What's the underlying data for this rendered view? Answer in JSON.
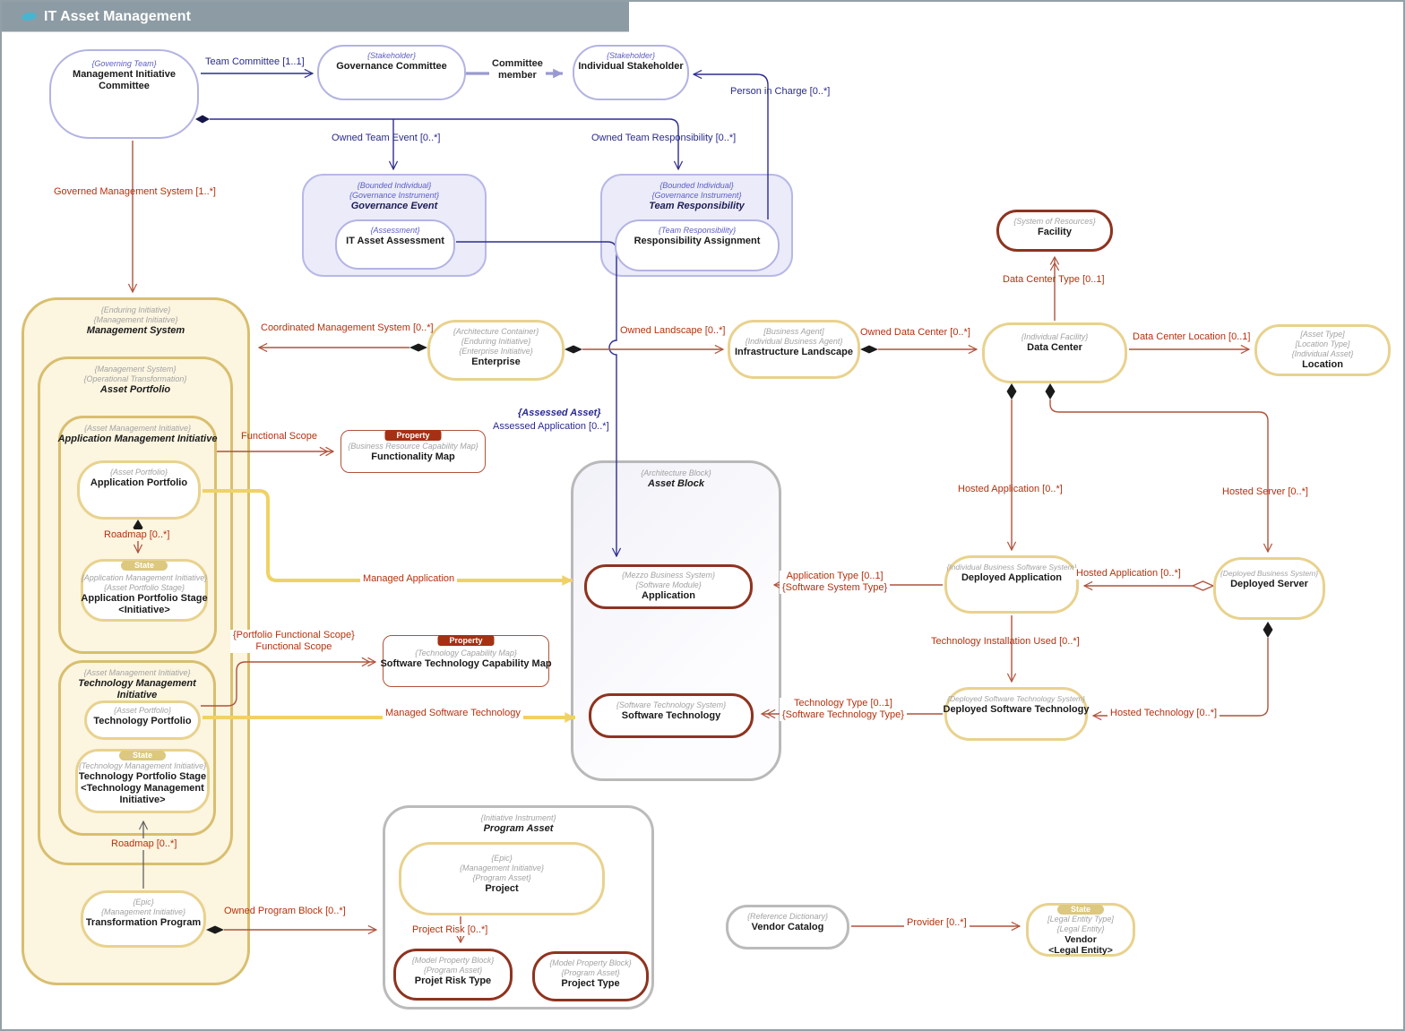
{
  "title": "IT Asset Management",
  "colors": {
    "titlebar": "#8c9ba4",
    "navy_connector": "#2d2d8f",
    "red_connector": "#b0523b",
    "red_label": "#b5310e",
    "gold_border": "#e8d28e",
    "gold_container": "#d8bf6f",
    "dark_red_border": "#8e3320",
    "periwinkle_border": "#b3b3e3",
    "yellow_flow": "#f0d264",
    "state_badge": "#dcc87e",
    "property_badge": "#a63014"
  },
  "nodes": {
    "mic": {
      "stereotypes": [
        "{Governing Team}"
      ],
      "name": [
        "Management Initiative",
        "Committee"
      ]
    },
    "governance_committee": {
      "stereotypes": [
        "{Stakeholder}"
      ],
      "name": [
        "Governance Committee"
      ]
    },
    "individual_stakeholder": {
      "stereotypes": [
        "{Stakeholder}"
      ],
      "name": [
        "Individual Stakeholder"
      ]
    },
    "governance_event": {
      "stereotypes": [
        "{Bounded Individual}",
        "{Governance Instrument}"
      ],
      "name": [
        "Governance Event"
      ]
    },
    "it_asset_assessment": {
      "stereotypes": [
        "{Assessment}"
      ],
      "name": [
        "IT Asset Assessment"
      ]
    },
    "team_responsibility": {
      "stereotypes": [
        "{Bounded Individual}",
        "{Governance Instrument}"
      ],
      "name": [
        "Team Responsibility"
      ]
    },
    "responsibility_assignment": {
      "stereotypes": [
        "{Team Responsibility}"
      ],
      "name": [
        "Responsibility Assignment"
      ]
    },
    "management_system": {
      "stereotypes": [
        "{Enduring Initiative}",
        "{Management Initiative}"
      ],
      "name": [
        "Management System"
      ]
    },
    "asset_portfolio_c": {
      "stereotypes": [
        "{Management System}",
        "{Operational Transformation}"
      ],
      "name": [
        "Asset Portfolio"
      ]
    },
    "ami_c": {
      "stereotypes": [
        "{Asset Management Initiative}"
      ],
      "name": [
        "Application Management Initiative"
      ]
    },
    "application_portfolio": {
      "stereotypes": [
        "{Asset Portfolio}"
      ],
      "name": [
        "Application Portfolio"
      ]
    },
    "application_portfolio_stage": {
      "badge": "State",
      "stereotypes": [
        "{Application Management Initiative}",
        "{Asset Portfolio Stage}"
      ],
      "name": [
        "Application Portfolio Stage",
        "<Initiative>"
      ]
    },
    "tmi_c": {
      "stereotypes": [
        "{Asset Management Initiative}"
      ],
      "name": [
        "Technology Management",
        "Initiative"
      ]
    },
    "technology_portfolio": {
      "stereotypes": [
        "{Asset Portfolio}"
      ],
      "name": [
        "Technology Portfolio"
      ]
    },
    "technology_portfolio_stage": {
      "badge": "State",
      "stereotypes": [
        "{Technology Management Initiative}"
      ],
      "name": [
        "Technology Portfolio Stage",
        "<Technology Management",
        "Initiative>"
      ]
    },
    "transformation_program": {
      "stereotypes": [
        "{Epic}",
        "{Management Initiative}"
      ],
      "name": [
        "Transformation Program"
      ]
    },
    "functionality_map": {
      "badge": "Property",
      "stereotypes": [
        "{Business Resource Capability Map}"
      ],
      "name": [
        "Functionality Map"
      ]
    },
    "st_capability_map": {
      "badge": "Property",
      "stereotypes": [
        "{Technology Capability Map}"
      ],
      "name": [
        "Software Technology Capability Map"
      ]
    },
    "enterprise": {
      "stereotypes": [
        "{Architecture Container}",
        "{Enduring Initiative}",
        "{Enterprise Initiative}"
      ],
      "name": [
        "Enterprise"
      ]
    },
    "infrastructure_landscape": {
      "stereotypes": [
        "[Business Agent]",
        "{Individual Business Agent}"
      ],
      "name": [
        "Infrastructure Landscape"
      ]
    },
    "data_center": {
      "stereotypes": [
        "{Individual Facility}"
      ],
      "name": [
        "Data Center"
      ]
    },
    "location": {
      "stereotypes": [
        "[Asset Type]",
        "[Location Type]",
        "{Individual Asset}"
      ],
      "name": [
        "Location"
      ]
    },
    "facility": {
      "stereotypes": [
        "{System of Resources}"
      ],
      "name": [
        "Facility"
      ]
    },
    "asset_block": {
      "stereotypes": [
        "{Architecture Block}"
      ],
      "name": [
        "Asset Block"
      ]
    },
    "application_node": {
      "stereotypes": [
        "{Mezzo Business System}",
        "{Software Module}"
      ],
      "name": [
        "Application"
      ]
    },
    "software_technology": {
      "stereotypes": [
        "{Software Technology System}"
      ],
      "name": [
        "Software Technology"
      ]
    },
    "deployed_application": {
      "stereotypes": [
        "{Individual Business Software System}"
      ],
      "name": [
        "Deployed Application"
      ]
    },
    "deployed_server": {
      "stereotypes": [
        "{Deployed Business System}"
      ],
      "name": [
        "Deployed Server"
      ]
    },
    "deployed_software_technology": {
      "stereotypes": [
        "{Deployed Software Technology System}"
      ],
      "name": [
        "Deployed Software Technology"
      ]
    },
    "program_asset": {
      "stereotypes": [
        "{Initiative Instrument}"
      ],
      "name": [
        "Program Asset"
      ]
    },
    "project": {
      "stereotypes": [
        "{Epic}",
        "{Management Initiative}",
        "{Program Asset}"
      ],
      "name": [
        "Project"
      ]
    },
    "projet_risk_type": {
      "stereotypes": [
        "{Model Property Block}",
        "{Program Asset}"
      ],
      "name": [
        "Projet Risk Type"
      ]
    },
    "project_type": {
      "stereotypes": [
        "{Model Property Block}",
        "{Program Asset}"
      ],
      "name": [
        "Project Type"
      ]
    },
    "vendor_catalog": {
      "stereotypes": [
        "{Reference Dictionary}"
      ],
      "name": [
        "Vendor Catalog"
      ]
    },
    "vendor": {
      "badge": "State",
      "stereotypes": [
        "[Legal Entity Type]",
        "{Legal Entity}"
      ],
      "name": [
        "Vendor",
        "<Legal Entity>"
      ]
    }
  },
  "edge_labels": {
    "team_committee": [
      "Team Committee [1..1]"
    ],
    "committee_member": [
      "Committee",
      "member"
    ],
    "person_in_charge": [
      "Person in Charge [0..*]"
    ],
    "owned_team_event": [
      "Owned Team Event [0..*]"
    ],
    "owned_team_responsibility": [
      "Owned Team Responsibility [0..*]"
    ],
    "governed_management_system": [
      "Governed Management System [1..*]"
    ],
    "coordinated_management_system": [
      "Coordinated Management System [0..*]"
    ],
    "owned_landscape": [
      "Owned Landscape [0..*]"
    ],
    "owned_data_center": [
      "Owned Data Center [0..*]"
    ],
    "data_center_type": [
      "Data Center Type [0..1]"
    ],
    "data_center_location": [
      "Data Center Location [0..1]"
    ],
    "assessed_asset_stereo": [
      "{Assessed Asset}"
    ],
    "assessed_application": [
      "Assessed Application [0..*]"
    ],
    "functional_scope": [
      "Functional Scope"
    ],
    "portfolio_functional_scope": [
      "{Portfolio Functional Scope}",
      "Functional Scope"
    ],
    "managed_application": [
      "Managed Application"
    ],
    "managed_software_technology": [
      "Managed Software Technology"
    ],
    "hosted_application_v": [
      "Hosted Application [0..*]"
    ],
    "hosted_server": [
      "Hosted Server [0..*]"
    ],
    "hosted_application_h": [
      "Hosted Application [0..*]"
    ],
    "technology_installation_used": [
      "Technology Installation Used [0..*]"
    ],
    "hosted_technology": [
      "Hosted Technology [0..*]"
    ],
    "application_type": [
      "Application Type [0..1]",
      "{Software System Type}"
    ],
    "technology_type": [
      "Technology Type [0..1]",
      "{Software Technology Type}"
    ],
    "roadmap_application": [
      "Roadmap [0..*]"
    ],
    "roadmap_technology": [
      "Roadmap [0..*]"
    ],
    "owned_program_block": [
      "Owned Program Block [0..*]"
    ],
    "project_risk": [
      "Project Risk [0..*]"
    ],
    "provider": [
      "Provider [0..*]"
    ]
  }
}
